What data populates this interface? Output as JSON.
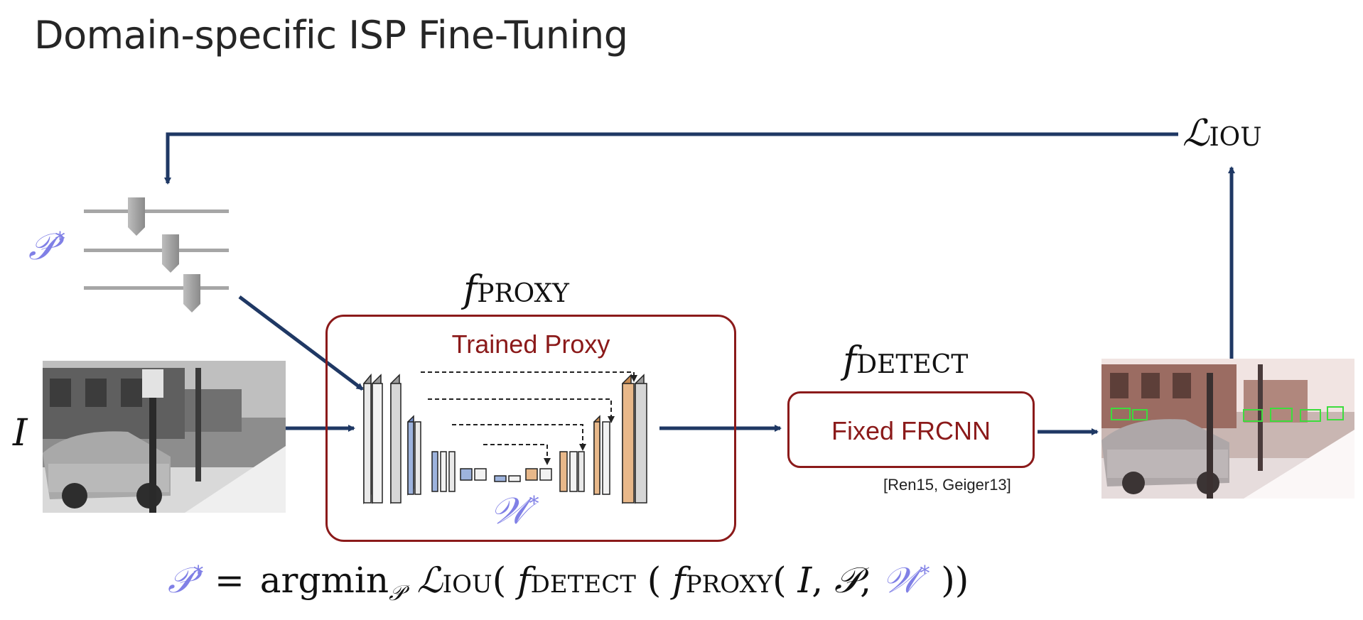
{
  "title": "Domain-specific ISP Fine-Tuning",
  "labels": {
    "loss": {
      "main": "ℒ",
      "sub": "IOU"
    },
    "params": {
      "main": "𝒫",
      "sup": "*"
    },
    "input": "I",
    "proxy_fn": {
      "main": "f",
      "sub": "PROXY"
    },
    "detect_fn": {
      "main": "f",
      "sub": "DETECT"
    },
    "weights": {
      "main": "𝒲",
      "sup": "*"
    }
  },
  "proxy_box": {
    "label": "Trained Proxy"
  },
  "detector_box": {
    "label": "Fixed FRCNN"
  },
  "citation": "[Ren15, Geiger13]",
  "equation": {
    "lhs": "𝒫",
    "lhs_sup": "*",
    "equals": " = ",
    "argmin": "argmin",
    "argmin_sub": "𝒫",
    "loss": "ℒ",
    "loss_sub": "IOU",
    "open1": "( ",
    "f1": "f",
    "f1_sub": "DETECT",
    "open2": " ( ",
    "f2": "f",
    "f2_sub": "PROXY",
    "open3": "( ",
    "arg_I": "I",
    "comma1": ", ",
    "arg_P": "𝒫",
    "comma2": ", ",
    "arg_W": "𝒲",
    "arg_W_sup": "*",
    "close": " ))"
  },
  "colors": {
    "arrow": "#1f3864",
    "box_border": "#8b1a1a",
    "highlight_blue": "#8080e6",
    "encoder_blue": "#9db3dd",
    "decoder_orange": "#e8b88a",
    "layer_gray": "#cfcfcf"
  },
  "icons": [
    "slider-icon",
    "unet-architecture-icon",
    "street-photo-gray",
    "street-photo-color-detections"
  ]
}
